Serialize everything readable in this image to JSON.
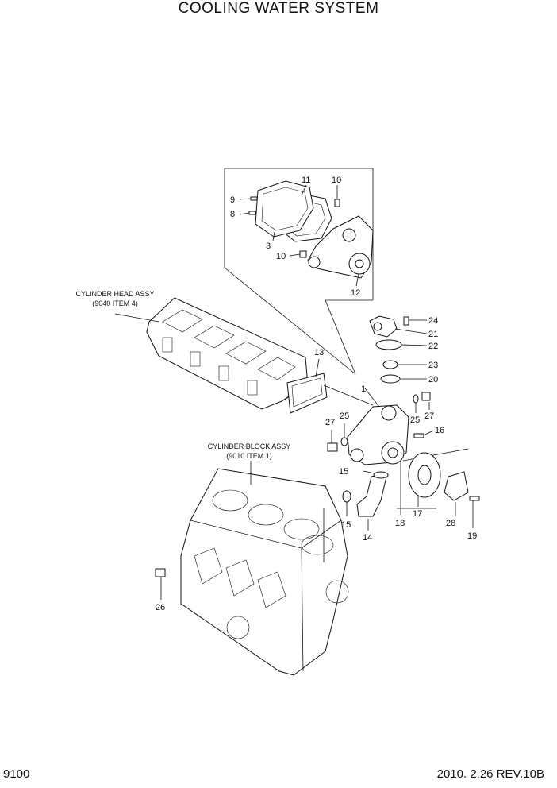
{
  "title": "COOLING WATER SYSTEM",
  "page_number": "9100",
  "revision": "2010. 2.26 REV.10B",
  "references": {
    "cylinder_head_line1": "CYLINDER HEAD ASSY",
    "cylinder_head_line2": "(9040 ITEM 4)",
    "cylinder_block_line1": "CYLINDER BLOCK ASSY",
    "cylinder_block_line2": "(9010 ITEM 1)"
  },
  "callouts": [
    "1",
    "3",
    "8",
    "9",
    "10",
    "10",
    "11",
    "12",
    "13",
    "14",
    "15",
    "15",
    "16",
    "17",
    "18",
    "19",
    "20",
    "21",
    "22",
    "23",
    "24",
    "25",
    "25",
    "26",
    "27",
    "27",
    "28"
  ]
}
